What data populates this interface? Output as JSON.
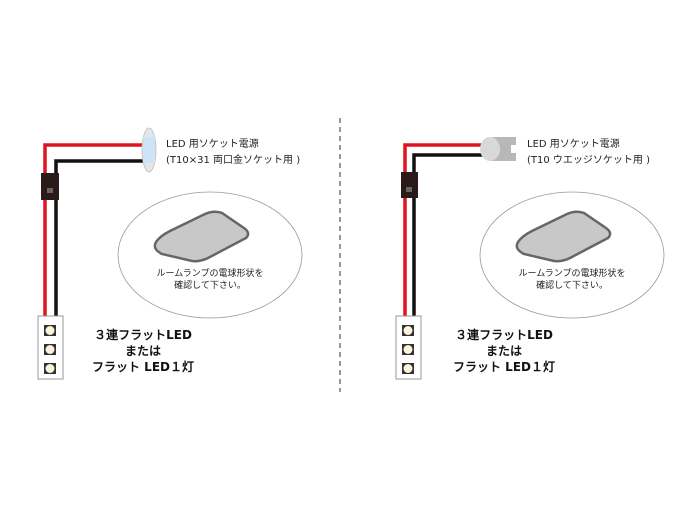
{
  "panels": [
    {
      "socket_type": "festoon",
      "socket_line1": "LED 用ソケット電源",
      "socket_line2": "(T10×31 両口金ソケット用 )",
      "note_line1": "ルームランプの電球形状を",
      "note_line2": "確認して下さい。",
      "led_line1": "３連フラットLED",
      "led_line2": "または",
      "led_line3": "フラット LED１灯"
    },
    {
      "socket_type": "wedge",
      "socket_line1": "LED 用ソケット電源",
      "socket_line2": "(T10 ウエッジソケット用 )",
      "note_line1": "ルームランプの電球形状を",
      "note_line2": "確認して下さい。",
      "led_line1": "３連フラットLED",
      "led_line2": "または",
      "led_line3": "フラット LED１灯"
    }
  ],
  "colors": {
    "red_wire": "#e0141e",
    "black_wire": "#111111",
    "lamp": "#cccccc"
  }
}
